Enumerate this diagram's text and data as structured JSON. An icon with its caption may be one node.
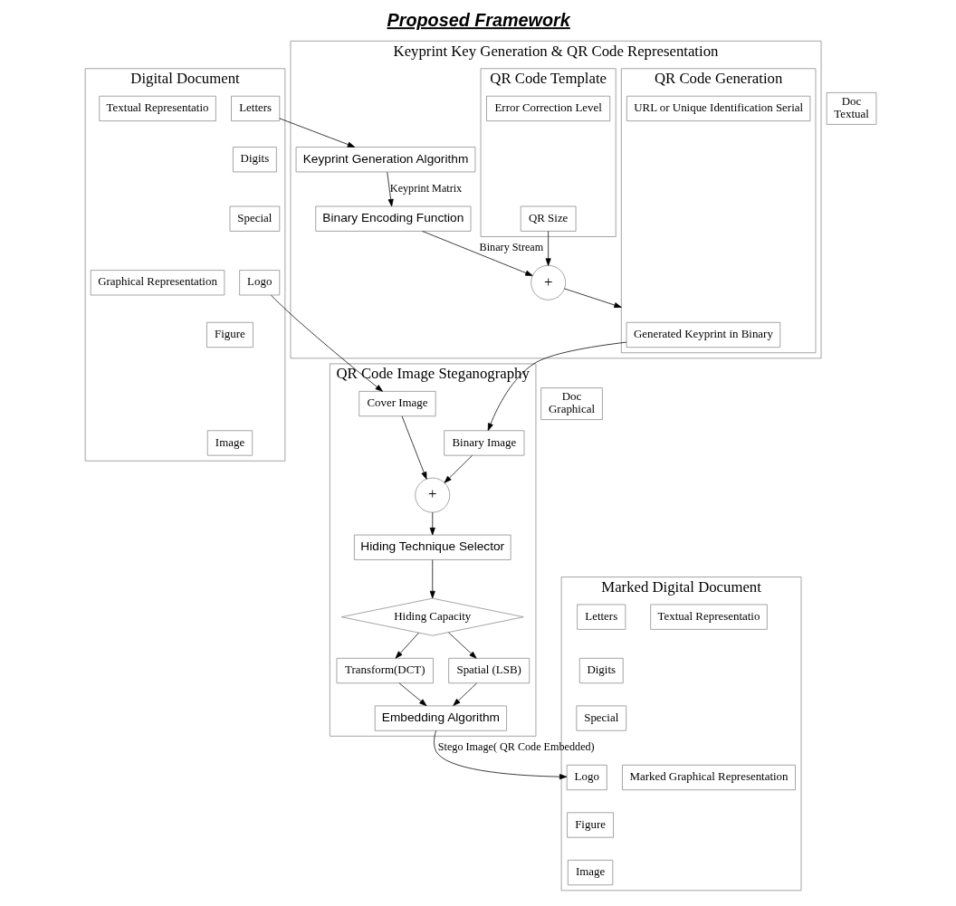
{
  "diagram": {
    "title": "Proposed Framework",
    "nodes": [
      {
        "text": [
          "Digital Document"
        ]
      },
      {
        "text": [
          "Textual Representatio"
        ],
        "in": 0
      },
      {
        "text": [
          "Letters"
        ],
        "in": 0
      },
      {
        "text": [
          "Digits"
        ],
        "in": 0
      },
      {
        "text": [
          "Special"
        ],
        "in": 0
      },
      {
        "text": [
          "Graphical Representation"
        ],
        "in": 0
      },
      {
        "text": [
          "Logo"
        ],
        "in": 0
      },
      {
        "text": [
          "Figure"
        ],
        "in": 0
      },
      {
        "text": [
          "Image"
        ],
        "in": 0
      },
      {
        "text": [
          "Doc",
          "Textual"
        ]
      },
      {
        "text": [
          "Keyprint Key Generation & QR Code Representation"
        ]
      },
      {
        "text": [
          "Keyprint Generation Algorithm"
        ],
        "in": 10
      },
      {
        "text": [
          "Binary Encoding Function"
        ],
        "in": 10
      },
      {
        "text": [
          "+"
        ],
        "in": 10
      },
      {
        "text": [
          "QR Code Generation"
        ],
        "in": 10
      },
      {
        "text": [
          "Generated Keyprint in Binary"
        ],
        "in": 14
      },
      {
        "text": [
          "URL or Unique Identification Serial"
        ],
        "in": 14
      },
      {
        "text": [
          "QR Code Template"
        ],
        "in": 10
      },
      {
        "text": [
          "QR Size"
        ],
        "in": 17
      },
      {
        "text": [
          "Error Correction Level"
        ],
        "in": 17
      },
      {
        "text": [
          "QR Code Image Steganography"
        ]
      },
      {
        "text": [
          "Binary Image"
        ],
        "in": 20
      },
      {
        "text": [
          "Cover Image"
        ],
        "in": 20
      },
      {
        "text": [
          "+"
        ],
        "in": 20
      },
      {
        "text": [
          "Hiding Technique Selector"
        ],
        "in": 20
      },
      {
        "text": [
          "Hiding Capacity"
        ],
        "in": 20
      },
      {
        "text": [
          "Transform(DCT)"
        ],
        "in": 20
      },
      {
        "text": [
          "Spatial (LSB)"
        ],
        "in": 20
      },
      {
        "text": [
          "Embedding Algorithm"
        ],
        "in": 20
      },
      {
        "text": [
          "Doc",
          "Graphical"
        ]
      },
      {
        "text": [
          "Marked Digital Document"
        ]
      },
      {
        "text": [
          "Textual Representatio"
        ],
        "in": 30
      },
      {
        "text": [
          "Letters"
        ],
        "in": 30
      },
      {
        "text": [
          "Digits"
        ],
        "in": 30
      },
      {
        "text": [
          "Special"
        ],
        "in": 30
      },
      {
        "text": [
          "Marked Graphical Representation"
        ],
        "in": 30
      },
      {
        "text": [
          "Logo"
        ],
        "in": 30
      },
      {
        "text": [
          "Figure"
        ],
        "in": 30
      },
      {
        "text": [
          "Image"
        ],
        "in": 30
      }
    ],
    "edges": [
      {
        "from": 2,
        "to": 11,
        "arrow": "to"
      },
      {
        "from": 11,
        "to": 12,
        "arrow": "to",
        "label": "Keyprint Matrix"
      },
      {
        "from": 12,
        "to": 13,
        "arrow": "to",
        "label": "Binary Stream"
      },
      {
        "from": 13,
        "to": 14,
        "arrow": "to"
      },
      {
        "from": 18,
        "to": 13,
        "arrow": "to"
      },
      {
        "from": 15,
        "to": 21,
        "arrow": "to"
      },
      {
        "from": 6,
        "to": 22,
        "arrow": "to"
      },
      {
        "from": 21,
        "to": 23,
        "arrow": "to"
      },
      {
        "from": 22,
        "to": 23,
        "arrow": "to"
      },
      {
        "from": 23,
        "to": 24,
        "arrow": "to"
      },
      {
        "from": 24,
        "to": 25,
        "arrow": "to"
      },
      {
        "from": 25,
        "to": 26,
        "arrow": "to"
      },
      {
        "from": 25,
        "to": 27,
        "arrow": "to"
      },
      {
        "from": 26,
        "to": 28,
        "arrow": "to"
      },
      {
        "from": 27,
        "to": 28,
        "arrow": "to"
      },
      {
        "from": 28,
        "to": 36,
        "arrow": "to",
        "label": "Stego Image( QR Code Embedded)"
      }
    ]
  }
}
